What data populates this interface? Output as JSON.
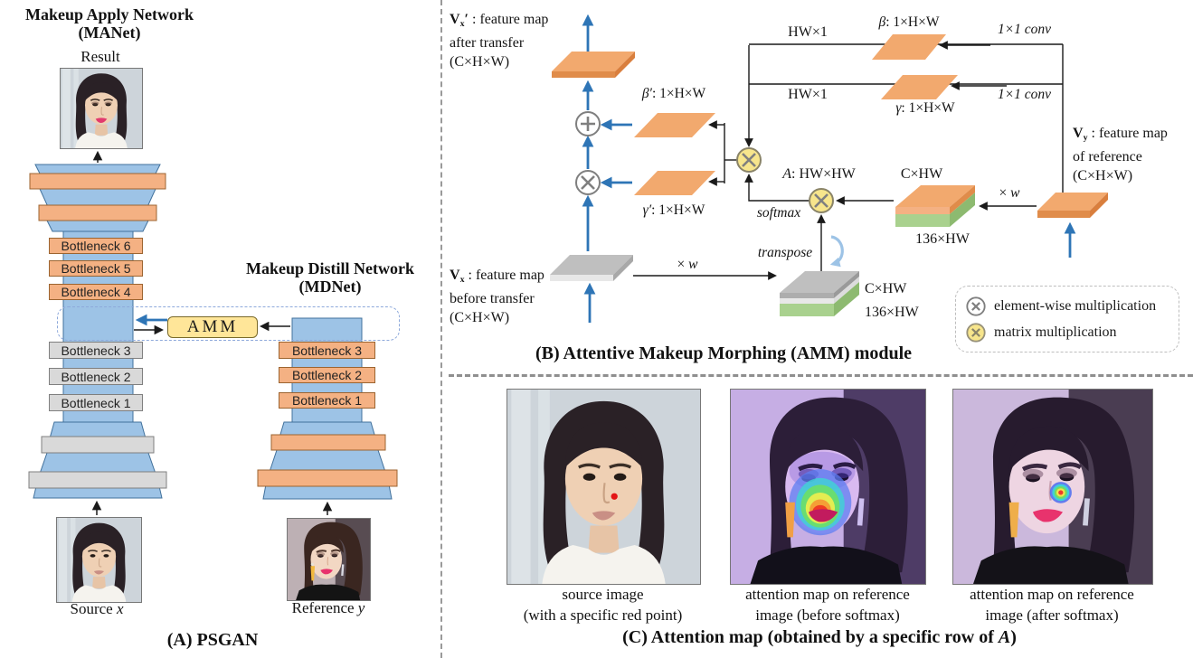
{
  "panel_a": {
    "manet_title": [
      "Makeup Apply Network",
      "(MANet)"
    ],
    "result_label": "Result",
    "mdnet_title": [
      "Makeup Distill Network",
      "(MDNet)"
    ],
    "amm_label": "AMM",
    "manet_bottlenecks_top": [
      "Bottleneck 6",
      "Bottleneck 5",
      "Bottleneck 4"
    ],
    "manet_bottlenecks_bottom": [
      "Bottleneck 3",
      "Bottleneck 2",
      "Bottleneck 1"
    ],
    "mdnet_bottlenecks": [
      "Bottleneck 3",
      "Bottleneck 2",
      "Bottleneck 1"
    ],
    "source_label": {
      "text": "Source ",
      "var": "x"
    },
    "reference_label": {
      "text": "Reference ",
      "var": "y"
    },
    "caption": "(A) PSGAN"
  },
  "panel_b": {
    "title": "(B) Attentive Makeup Morphing (AMM) module",
    "vx_out": {
      "sym": "V",
      "sub": "x",
      "prime": "′",
      "rest": " : feature map",
      "line2": "after transfer",
      "line3": "(C×H×W)"
    },
    "vx_in": {
      "sym": "V",
      "sub": "x",
      "rest": " : feature map",
      "line2": "before transfer",
      "line3": "(C×H×W)"
    },
    "vy": {
      "sym": "V",
      "sub": "y",
      "rest": " : feature map",
      "line2": "of reference",
      "line3": "(C×H×W)"
    },
    "beta_prime": {
      "sym": "β′",
      "rest": ": 1×H×W"
    },
    "gamma_prime": {
      "sym": "γ′",
      "rest": ": 1×H×W"
    },
    "beta": {
      "sym": "β",
      "rest": ": 1×H×W"
    },
    "gamma": {
      "sym": "γ",
      "rest": ": 1×H×W"
    },
    "hw1_top": "HW×1",
    "hw1_bottom": "HW×1",
    "conv_top": "1×1 conv",
    "conv_bottom": "1×1 conv",
    "a_label": {
      "sym": "A",
      "rest": ": HW×HW"
    },
    "softmax": "softmax",
    "transpose": "transpose",
    "xw_left": {
      "times": "× ",
      "var": "w"
    },
    "xw_right": {
      "times": "× ",
      "var": "w"
    },
    "stack_left_top": "C×HW",
    "stack_left_bottom": "136×HW",
    "stack_right_top": "C×HW",
    "stack_right_bottom": "136×HW",
    "legend": [
      {
        "label": "element-wise multiplication"
      },
      {
        "label": "matrix multiplication"
      }
    ]
  },
  "panel_c": {
    "figures": [
      {
        "line1": "source image",
        "line2": "(with a specific red point)"
      },
      {
        "line1": "attention map on reference",
        "line2": "image (before softmax)"
      },
      {
        "line1": "attention map on reference",
        "line2": "image (after softmax)"
      }
    ],
    "caption": {
      "pre": "(C) Attention map (obtained by a specific row of ",
      "var": "A",
      "post": ")"
    }
  },
  "colors": {
    "blue": "#9DC3E6",
    "blue_border": "#41719C",
    "orange": "#F4B183",
    "gray": "#D9D9D9",
    "green": "#A9D18E",
    "yellow_box": "#FFE699",
    "arrow_blue": "#2E75B6",
    "yellow_circle": "#F7E58C"
  }
}
